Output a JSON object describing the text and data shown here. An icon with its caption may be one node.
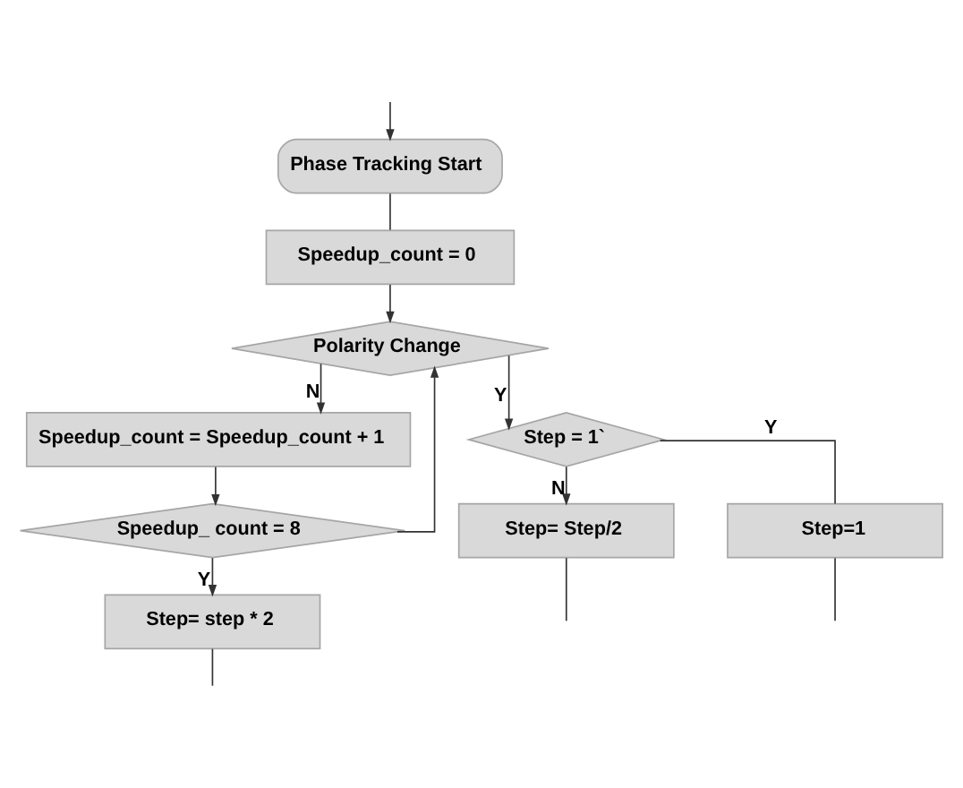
{
  "diagram": {
    "nodes": [
      {
        "text": [
          "Phase Tracking Start"
        ]
      },
      {
        "text": [
          "Speedup_count = 0"
        ]
      },
      {
        "text": [
          "Polarity Change"
        ]
      },
      {
        "text": [
          "Speedup_count = Speedup_count + 1"
        ]
      },
      {
        "text": [
          "Step = 1`"
        ]
      },
      {
        "text": [
          "Speedup_ count = 8"
        ]
      },
      {
        "text": [
          "Step= Step/2"
        ]
      },
      {
        "text": [
          "Step= step * 2"
        ]
      },
      {
        "text": [
          "Step=1"
        ]
      }
    ],
    "edges": [
      {
        "from": null,
        "to": 0,
        "arrow": "to"
      },
      {
        "from": 0,
        "to": 1,
        "arrow": "none"
      },
      {
        "from": 1,
        "to": 2,
        "arrow": "to"
      },
      {
        "from": 2,
        "to": 3,
        "label": "N",
        "arrow": "to"
      },
      {
        "from": 2,
        "to": 4,
        "label": "Y",
        "arrow": "to"
      },
      {
        "from": 3,
        "to": 5,
        "arrow": "to"
      },
      {
        "from": 5,
        "to": 2,
        "arrow": "to"
      },
      {
        "from": 4,
        "to": 6,
        "label": "N",
        "arrow": "to"
      },
      {
        "from": 4,
        "to": 8,
        "label": "Y",
        "arrow": "none"
      },
      {
        "from": 5,
        "to": 7,
        "label": "Y",
        "arrow": "to"
      },
      {
        "from": 6,
        "to": null,
        "arrow": "none"
      },
      {
        "from": 7,
        "to": null,
        "arrow": "none"
      },
      {
        "from": 8,
        "to": null,
        "arrow": "none"
      }
    ]
  }
}
